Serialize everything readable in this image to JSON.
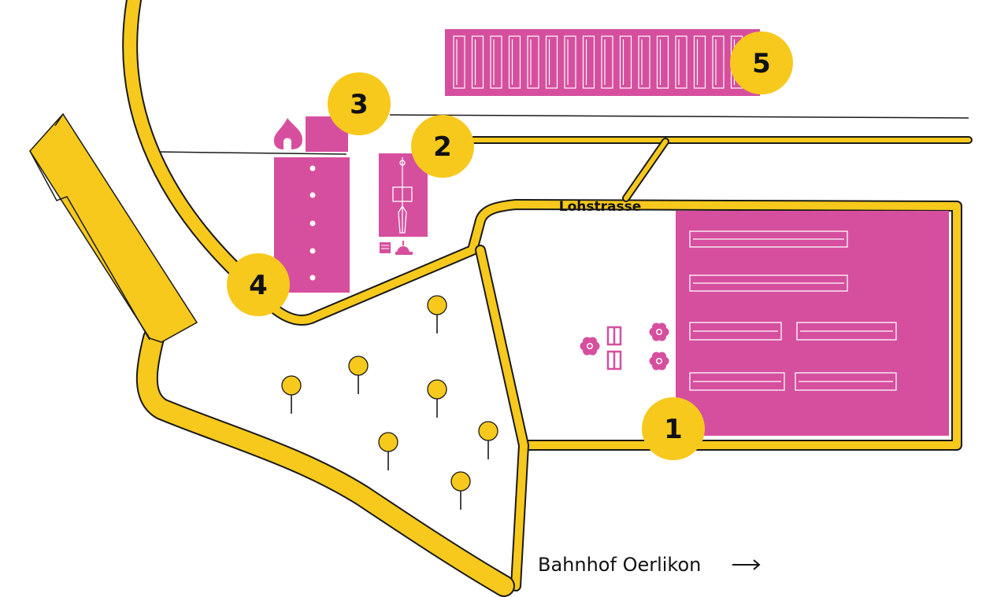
{
  "colors": {
    "path_yellow": "#F7C91C",
    "outline": "#1a1a1a",
    "venue_pink": "#D64F9E",
    "background": "#ffffff"
  },
  "map": {
    "street_label": "Lohstrasse",
    "destination_label": "Bahnhof Oerlikon",
    "destination_arrow": "long-right-arrow-icon",
    "markers": [
      {
        "id": "1",
        "label": "1"
      },
      {
        "id": "2",
        "label": "2"
      },
      {
        "id": "3",
        "label": "3"
      },
      {
        "id": "4",
        "label": "4"
      },
      {
        "id": "5",
        "label": "5"
      }
    ],
    "icons": [
      "flame-icon",
      "flower-icon",
      "tree-icon",
      "bench-icon",
      "stage-icon"
    ]
  }
}
